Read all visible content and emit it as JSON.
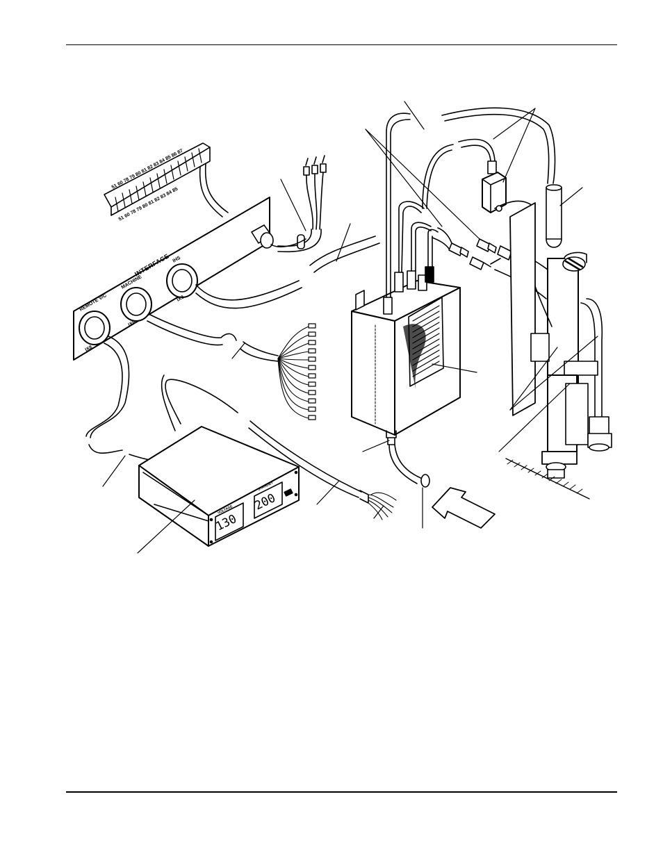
{
  "panel": {
    "title": "INTERFACE",
    "connectors": [
      {
        "top": "REMOTE V/C",
        "bottom": "IX8"
      },
      {
        "top": "MACHINE",
        "bottom": "IX6"
      },
      {
        "top": "IHS",
        "bottom": "IX9"
      }
    ]
  },
  "terminal_strip": {
    "top_numbers": [
      "51",
      "60",
      "78",
      "79",
      "80",
      "81",
      "82",
      "83",
      "84",
      "85",
      "86",
      "87"
    ],
    "bottom_numbers": [
      "51",
      "60",
      "78",
      "79",
      "80",
      "81",
      "82",
      "83",
      "84",
      "85"
    ]
  },
  "control_unit": {
    "display_left": "130",
    "display_right": "200",
    "label_left": "VOLTAGE",
    "label_right": "STANDBY"
  },
  "colors": {
    "ink": "#000000",
    "paper": "#ffffff"
  }
}
